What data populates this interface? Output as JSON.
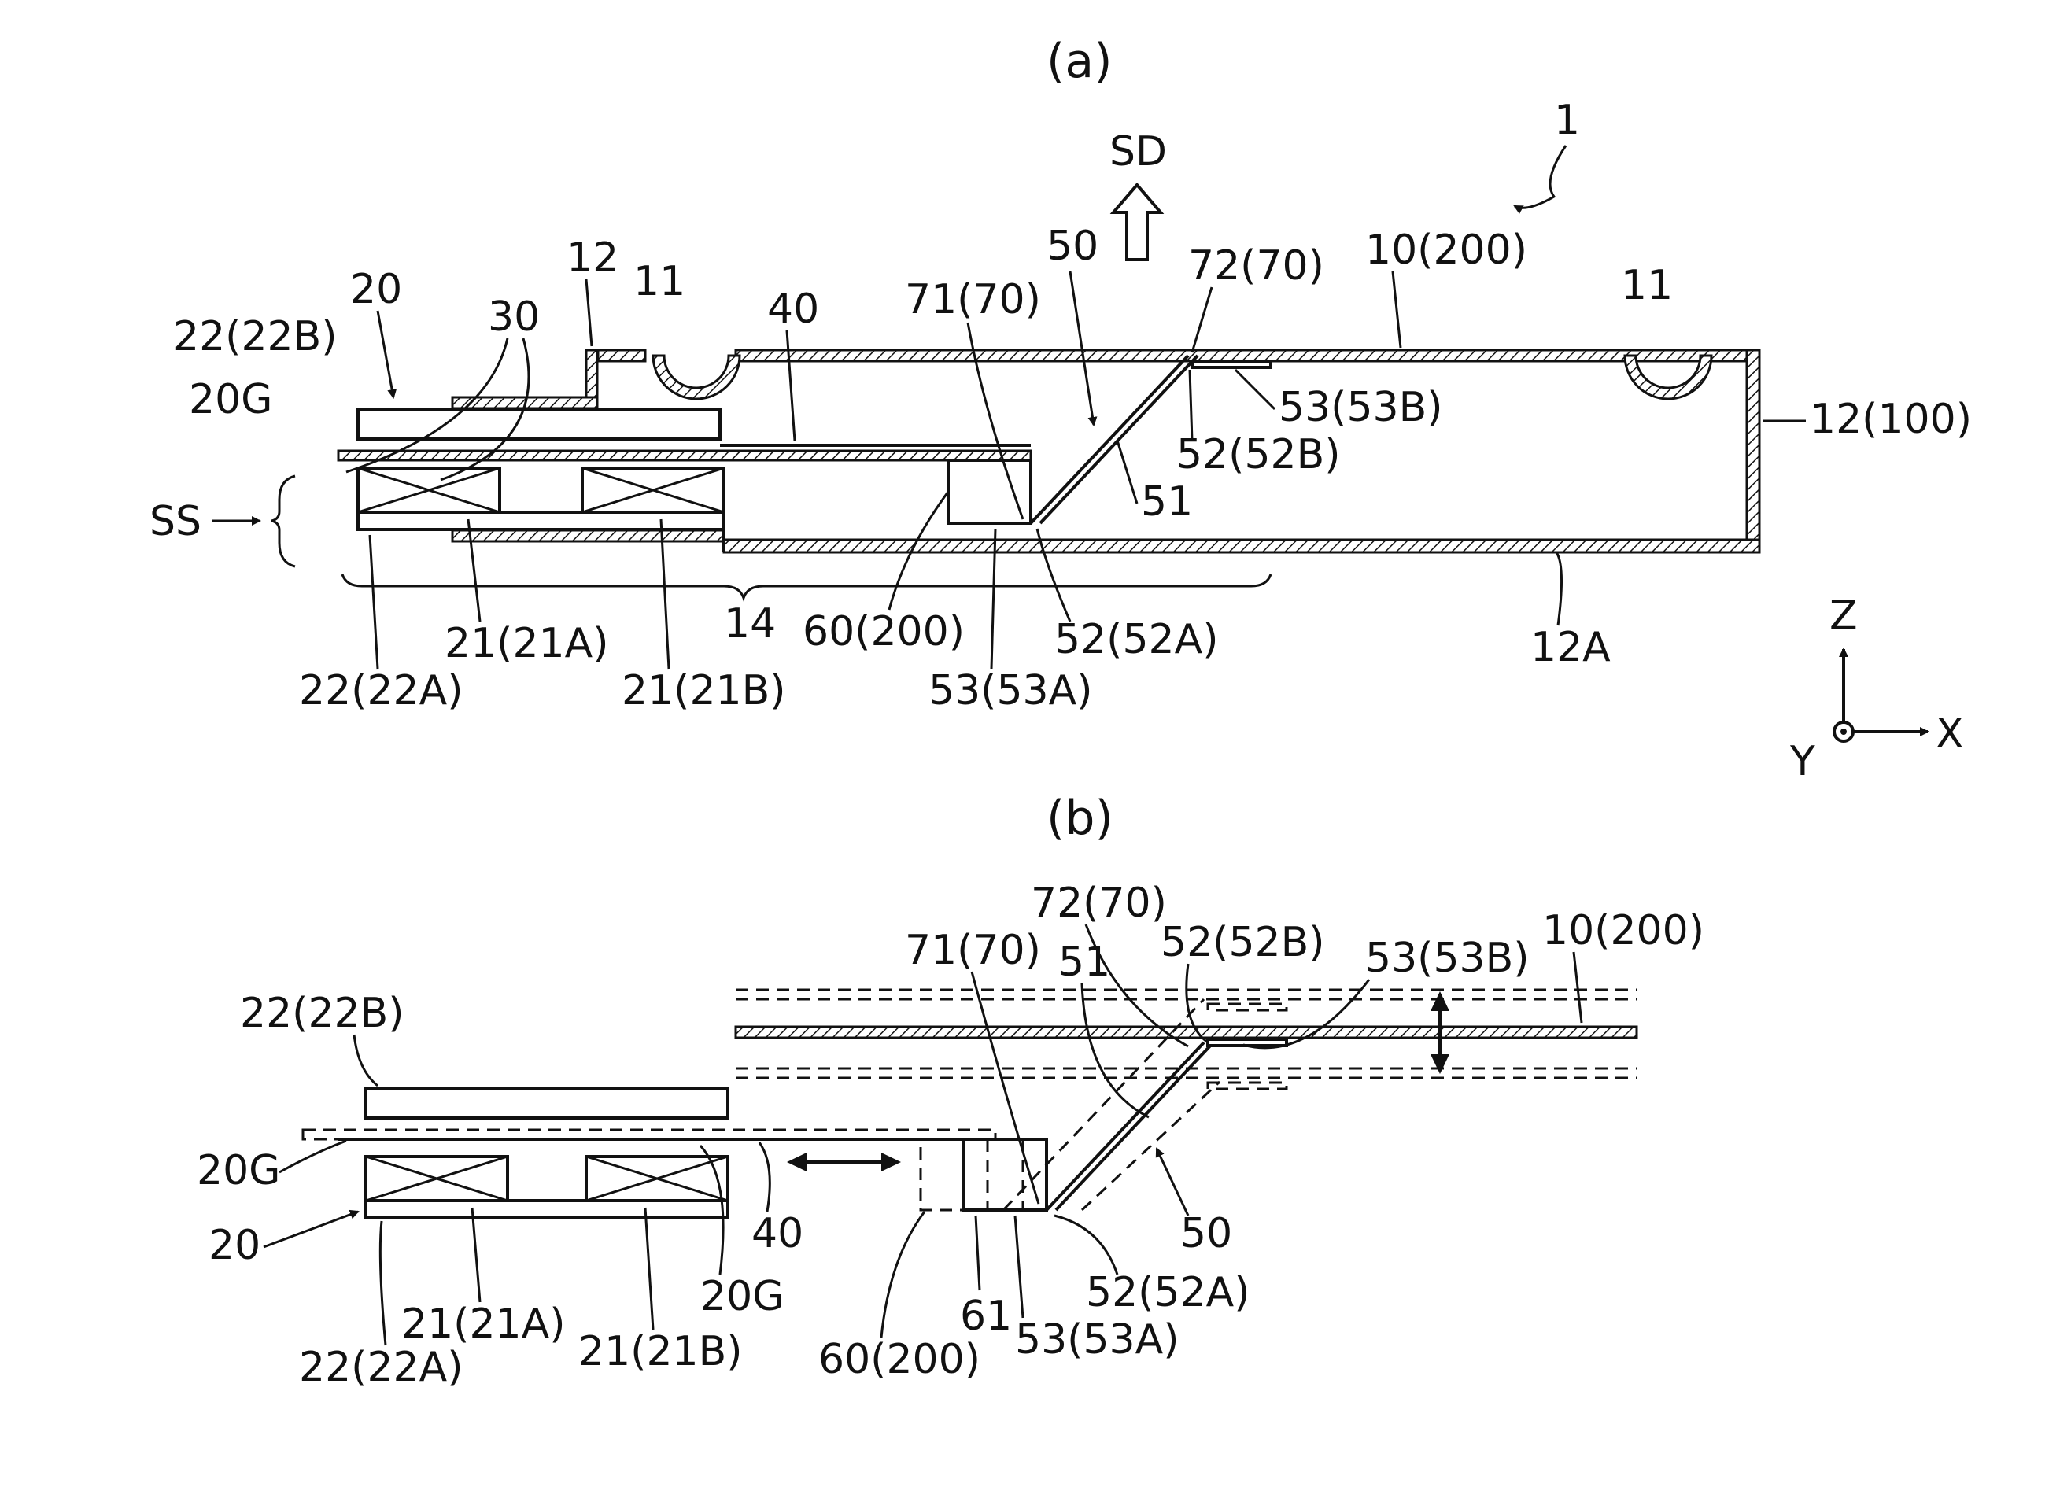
{
  "panel_a": {
    "title": "(a)",
    "labels": {
      "device": "1",
      "sd": "SD",
      "l20": "20",
      "l22b": "22(22B)",
      "l20g": "20G",
      "l12": "12",
      "l11_left": "11",
      "l30": "30",
      "l40": "40",
      "l71": "71(70)",
      "l50": "50",
      "l72": "72(70)",
      "l10": "10(200)",
      "l11_right": "11",
      "l53b": "53(53B)",
      "l52b": "52(52B)",
      "l12_100": "12(100)",
      "ss": "SS",
      "l51": "51",
      "l14": "14",
      "l21a": "21(21A)",
      "l22a": "22(22A)",
      "l21b": "21(21B)",
      "l60": "60(200)",
      "l52a": "52(52A)",
      "l53a": "53(53A)",
      "l12a": "12A"
    }
  },
  "axes": {
    "z": "Z",
    "x": "X",
    "y": "Y"
  },
  "panel_b": {
    "title": "(b)",
    "labels": {
      "l72": "72(70)",
      "l71": "71(70)",
      "l51": "51",
      "l52b": "52(52B)",
      "l53b": "53(53B)",
      "l10": "10(200)",
      "l22b": "22(22B)",
      "l20g_left": "20G",
      "l20": "20",
      "l40": "40",
      "l50": "50",
      "l20g_mid": "20G",
      "l21a": "21(21A)",
      "l52a": "52(52A)",
      "l61": "61",
      "l22a": "22(22A)",
      "l21b": "21(21B)",
      "l60": "60(200)",
      "l53a": "53(53A)"
    }
  }
}
